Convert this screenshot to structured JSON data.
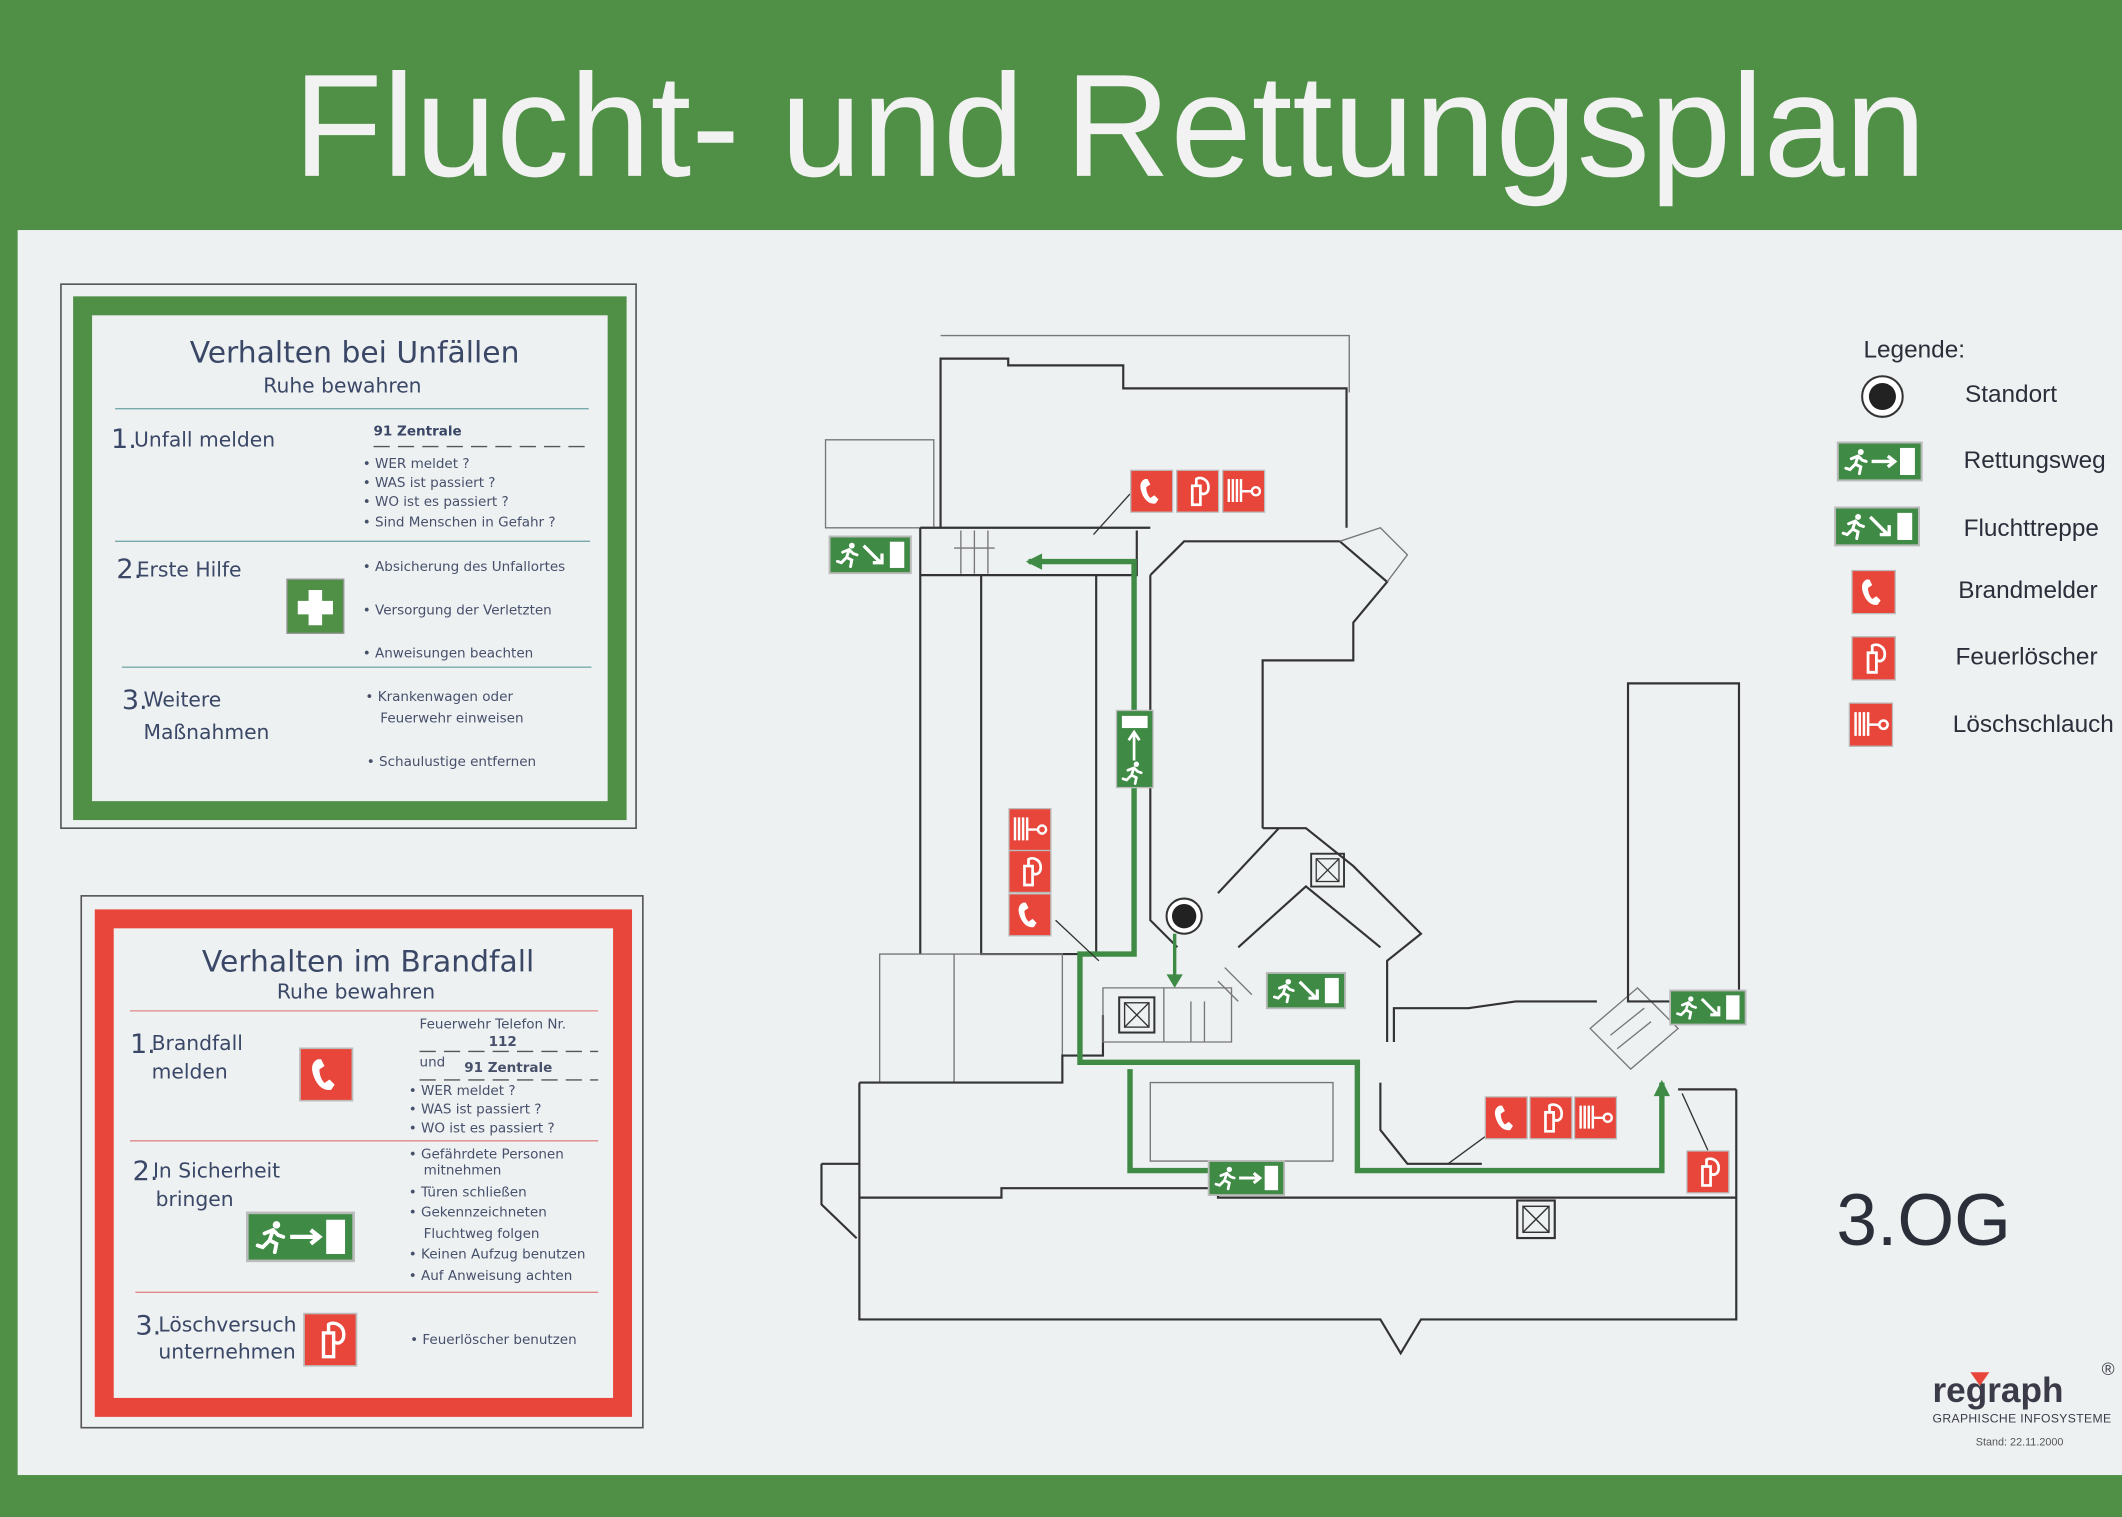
{
  "title": "Flucht- und Rettungsplan",
  "colors": {
    "green": "#4f8f46",
    "red": "#e8463a",
    "panel": "#eef1f2",
    "text": "#3a4766"
  },
  "accident_box": {
    "title": "Verhalten bei Unfällen",
    "subtitle": "Ruhe bewahren",
    "steps": [
      {
        "num": "1.",
        "label": "Unfall melden",
        "phone": "91 Zentrale",
        "bullets": [
          "WER meldet ?",
          "WAS ist passiert ?",
          "WO ist es passiert ?",
          "Sind Menschen in Gefahr ?"
        ]
      },
      {
        "num": "2.",
        "label": "Erste Hilfe",
        "icon": "first-aid-icon",
        "bullets": [
          "Absicherung des Unfallortes",
          "Versorgung der Verletzten",
          "Anweisungen beachten"
        ]
      },
      {
        "num": "3.",
        "label_line1": "Weitere",
        "label_line2": "Maßnahmen",
        "bullets": [
          "Krankenwagen oder",
          "Feuerwehr einweisen",
          "Schaulustige entfernen"
        ]
      }
    ]
  },
  "fire_box": {
    "title": "Verhalten im Brandfall",
    "subtitle": "Ruhe bewahren",
    "steps": [
      {
        "num": "1.",
        "label_line1": "Brandfall",
        "label_line2": "melden",
        "icon": "fire-alarm-phone-icon",
        "phone_label": "Feuerwehr Telefon Nr.",
        "phone": "112",
        "and": "und",
        "phone2": "91 Zentrale",
        "bullets": [
          "WER meldet ?",
          "WAS ist passiert ?",
          "WO ist es passiert ?"
        ]
      },
      {
        "num": "2.",
        "label_line1": "In Sicherheit",
        "label_line2": "bringen",
        "icon": "escape-route-icon",
        "bullets": [
          "Gefährdete Personen",
          "mitnehmen",
          "Türen schließen",
          "Gekennzeichneten",
          "Fluchtweg folgen",
          "Keinen Aufzug benutzen",
          "Auf Anweisung achten"
        ]
      },
      {
        "num": "3.",
        "label_line1": "Löschversuch",
        "label_line2": "unternehmen",
        "icon": "fire-extinguisher-icon",
        "bullets": [
          "Feuerlöscher benutzen"
        ]
      }
    ]
  },
  "legend": {
    "title": "Legende:",
    "items": [
      "Standort",
      "Rettungsweg",
      "Fluchttreppe",
      "Brandmelder",
      "Feuerlöscher",
      "Löschschlauch"
    ]
  },
  "floor": "3.OG",
  "logo": {
    "name": "regraph",
    "registered": "®",
    "tagline": "GRAPHISCHE INFOSYSTEME",
    "date": "Stand: 22.11.2000"
  }
}
